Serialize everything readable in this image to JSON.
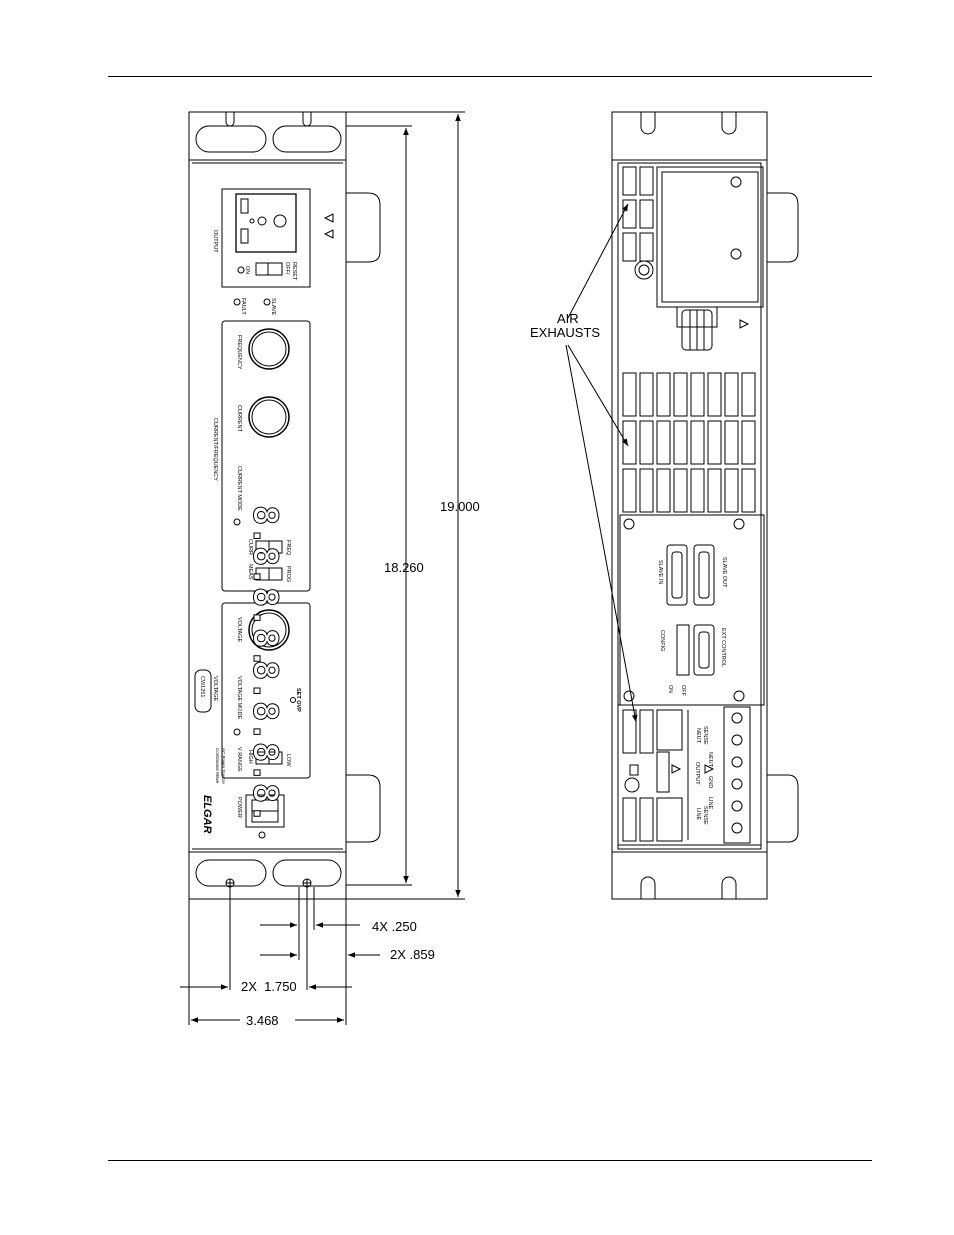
{
  "dimensions": {
    "outer_height": "19.000",
    "inner_height": "18.260",
    "hole_dia": "4X .250",
    "hole_offset": "2X .859",
    "hole_spacing": "2X  1.750",
    "width": "3.468"
  },
  "front_panel": {
    "brand": "ELGAR",
    "model": "CW1251",
    "subtitle_1": "Continuous Wave",
    "subtitle_2": "AC Power Source",
    "output": "OUTPUT",
    "on": "ON",
    "off_reset_1": "OFF/",
    "off_reset_2": "RESET",
    "fault": "FAULT",
    "slave": "SLAVE",
    "frequency": "FREQUENCY",
    "current": "CURRENT",
    "current_frequency": "CURRENT/FREQUENCY",
    "current_mode": "CURRENT MODE",
    "curr": "CURR",
    "freq": "FREQ",
    "meas": "MEAS",
    "prog": "PROG",
    "voltage": "VOLTAGE",
    "voltage_mode": "VOLTAGE MODE",
    "v_range": "V RANGE",
    "high": "HIGH",
    "low": "LOW",
    "set_ovp": "SET OVP",
    "power": "POWER",
    "display_digits": "8.8.8.8."
  },
  "rear_panel": {
    "air_exhausts_1": "AIR",
    "air_exhausts_2": "EXHAUSTS",
    "slave_in": "SLAVE IN",
    "slave_out": "SLAVE OUT",
    "config": "CONFIG",
    "ext_control": "EXT CONTROL",
    "on": "ON",
    "off": "OFF",
    "neut_sense_1": "NEUT",
    "neut_sense_2": "SENSE",
    "neut": "NEUT",
    "gnd": "GND",
    "line": "LINE",
    "line_sense_1": "LINE",
    "line_sense_2": "SENSE",
    "output": "OUTPUT"
  }
}
